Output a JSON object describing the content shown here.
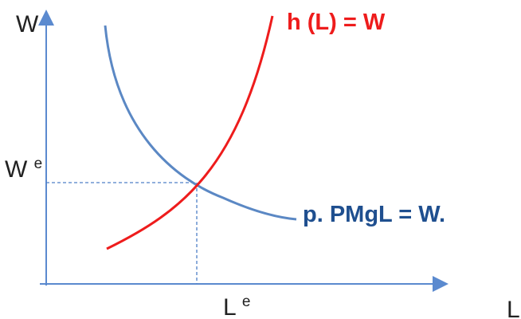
{
  "diagram": {
    "axes": {
      "y_label": "W",
      "x_label": "L",
      "axis_color": "#5B8ACF"
    },
    "equilibrium": {
      "w_label_base": "W",
      "w_label_sup": "e",
      "l_label_base": "L",
      "l_label_sup": "e",
      "guide_color": "#4F7FC7"
    },
    "curves": {
      "supply": {
        "label": "h (L) = W",
        "color": "#EE1C1C"
      },
      "demand": {
        "label": "p. PMgL = W.",
        "color": "#5B88C4",
        "label_color": "#1F4F8F"
      }
    }
  }
}
